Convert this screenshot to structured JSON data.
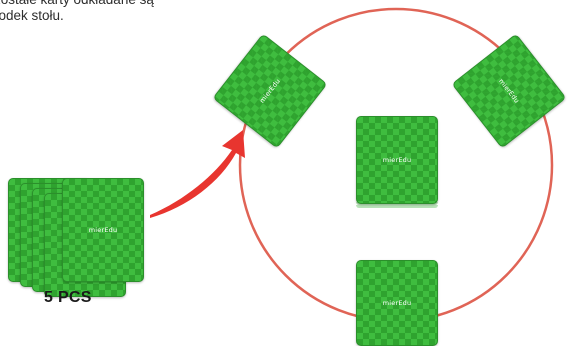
{
  "instruction": {
    "line1": "zostałe karty odkładane są",
    "line2": "rodek stołu."
  },
  "deck": {
    "label": "5 PCS",
    "count": 5
  },
  "cards": {
    "logo_text": "mierEdu",
    "color": "#3fbd3f",
    "dark_color": "#2fa32f"
  },
  "table": {
    "ring_color": "#e06456"
  },
  "arrow": {
    "color": "#e8352f",
    "direction": "from-deck-to-table"
  }
}
